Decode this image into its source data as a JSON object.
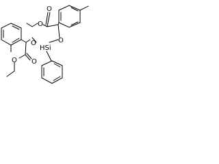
{
  "molecule": {
    "atom_labels": {
      "o_carbonyl_top": "O",
      "o_ester_top": "O",
      "o_link_top": "O",
      "o_link_left": "O",
      "si": "HSi",
      "o_carbonyl_left": "O",
      "o_ester_left": "O"
    }
  }
}
